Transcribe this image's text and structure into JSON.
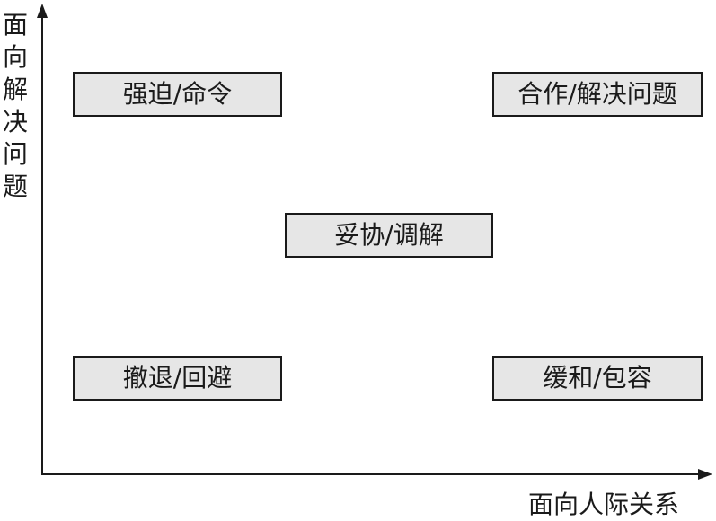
{
  "axes": {
    "y_label": "面向解决问题",
    "x_label": "面向人际关系"
  },
  "quadrants": {
    "top_left": "强迫/命令",
    "top_right": "合作/解决问题",
    "center": "妥协/调解",
    "bottom_left": "撤退/回避",
    "bottom_right": "缓和/包容"
  },
  "colors": {
    "box_fill": "#e6e6e6",
    "stroke": "#1a1a1a"
  }
}
